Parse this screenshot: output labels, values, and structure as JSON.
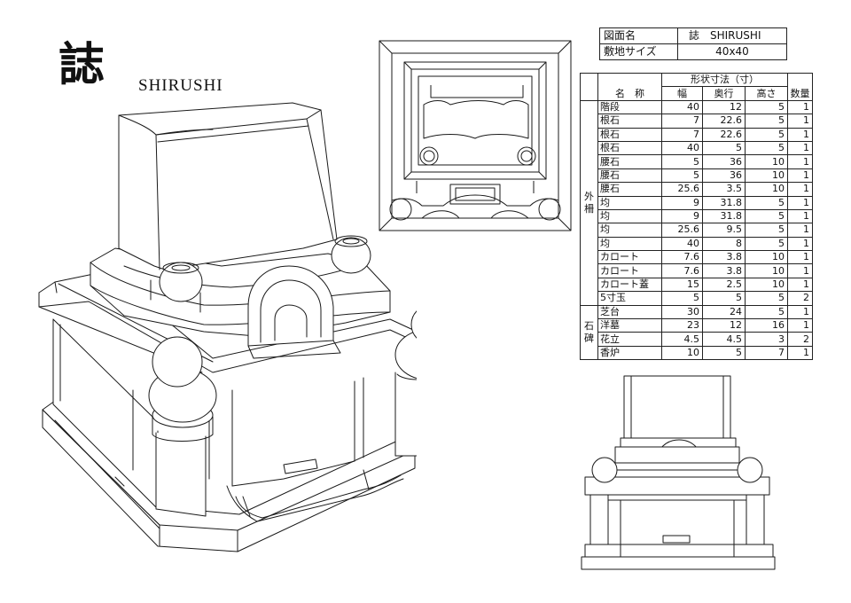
{
  "title": {
    "kanji": "誌",
    "roman": "SHIRUSHI"
  },
  "info": {
    "drawing_name_label": "図面名",
    "drawing_name_value": "誌　SHIRUSHI",
    "site_size_label": "敷地サイズ",
    "site_size_value": "40x40"
  },
  "spec_table": {
    "header": {
      "name_label": "名　称",
      "dims_group_label": "形状寸法（寸）",
      "width_label": "幅",
      "depth_label": "奥行",
      "height_label": "高さ",
      "qty_label": "数量"
    },
    "groups": [
      {
        "label_chars": [
          "外",
          "柵"
        ],
        "rows": [
          {
            "name": "階段",
            "w": "40",
            "d": "12",
            "h": "5",
            "q": "1"
          },
          {
            "name": "根石",
            "w": "7",
            "d": "22.6",
            "h": "5",
            "q": "1"
          },
          {
            "name": "根石",
            "w": "7",
            "d": "22.6",
            "h": "5",
            "q": "1"
          },
          {
            "name": "根石",
            "w": "40",
            "d": "5",
            "h": "5",
            "q": "1"
          },
          {
            "name": "腰石",
            "w": "5",
            "d": "36",
            "h": "10",
            "q": "1"
          },
          {
            "name": "腰石",
            "w": "5",
            "d": "36",
            "h": "10",
            "q": "1"
          },
          {
            "name": "腰石",
            "w": "25.6",
            "d": "3.5",
            "h": "10",
            "q": "1"
          },
          {
            "name": "均",
            "w": "9",
            "d": "31.8",
            "h": "5",
            "q": "1"
          },
          {
            "name": "均",
            "w": "9",
            "d": "31.8",
            "h": "5",
            "q": "1"
          },
          {
            "name": "均",
            "w": "25.6",
            "d": "9.5",
            "h": "5",
            "q": "1"
          },
          {
            "name": "均",
            "w": "40",
            "d": "8",
            "h": "5",
            "q": "1"
          },
          {
            "name": "カロート",
            "w": "7.6",
            "d": "3.8",
            "h": "10",
            "q": "1"
          },
          {
            "name": "カロート",
            "w": "7.6",
            "d": "3.8",
            "h": "10",
            "q": "1"
          },
          {
            "name": "カロート蓋",
            "w": "15",
            "d": "2.5",
            "h": "10",
            "q": "1"
          },
          {
            "name": "5寸玉",
            "w": "5",
            "d": "5",
            "h": "5",
            "q": "2"
          }
        ]
      },
      {
        "label_chars": [
          "石",
          "碑"
        ],
        "rows": [
          {
            "name": "芝台",
            "w": "30",
            "d": "24",
            "h": "5",
            "q": "1"
          },
          {
            "name": "洋墓",
            "w": "23",
            "d": "12",
            "h": "16",
            "q": "1"
          },
          {
            "name": "花立",
            "w": "4.5",
            "d": "4.5",
            "h": "3",
            "q": "2"
          },
          {
            "name": "香炉",
            "w": "10",
            "d": "5",
            "h": "7",
            "q": "1"
          }
        ]
      }
    ]
  }
}
